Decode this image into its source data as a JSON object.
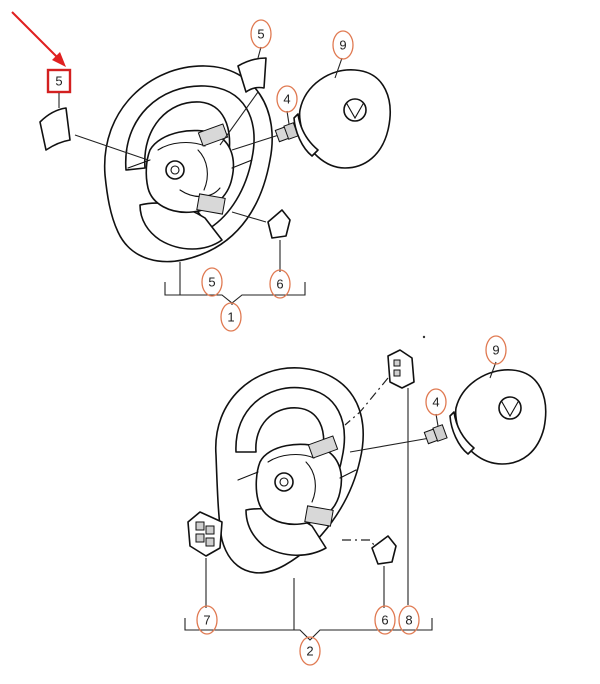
{
  "highlight": {
    "label": "5",
    "box_color": "#d32020",
    "arrow_color": "#e02020"
  },
  "accent_color": "#e07a52",
  "assembly_top": {
    "callouts": {
      "part_5_upper": "5",
      "part_9": "9",
      "part_4": "4",
      "bracket_5": "5",
      "bracket_6": "6",
      "assembly_1": "1"
    }
  },
  "assembly_bottom": {
    "callouts": {
      "part_9": "9",
      "part_4": "4",
      "part_7": "7",
      "part_6": "6",
      "part_8": "8",
      "assembly_2": "2"
    }
  }
}
